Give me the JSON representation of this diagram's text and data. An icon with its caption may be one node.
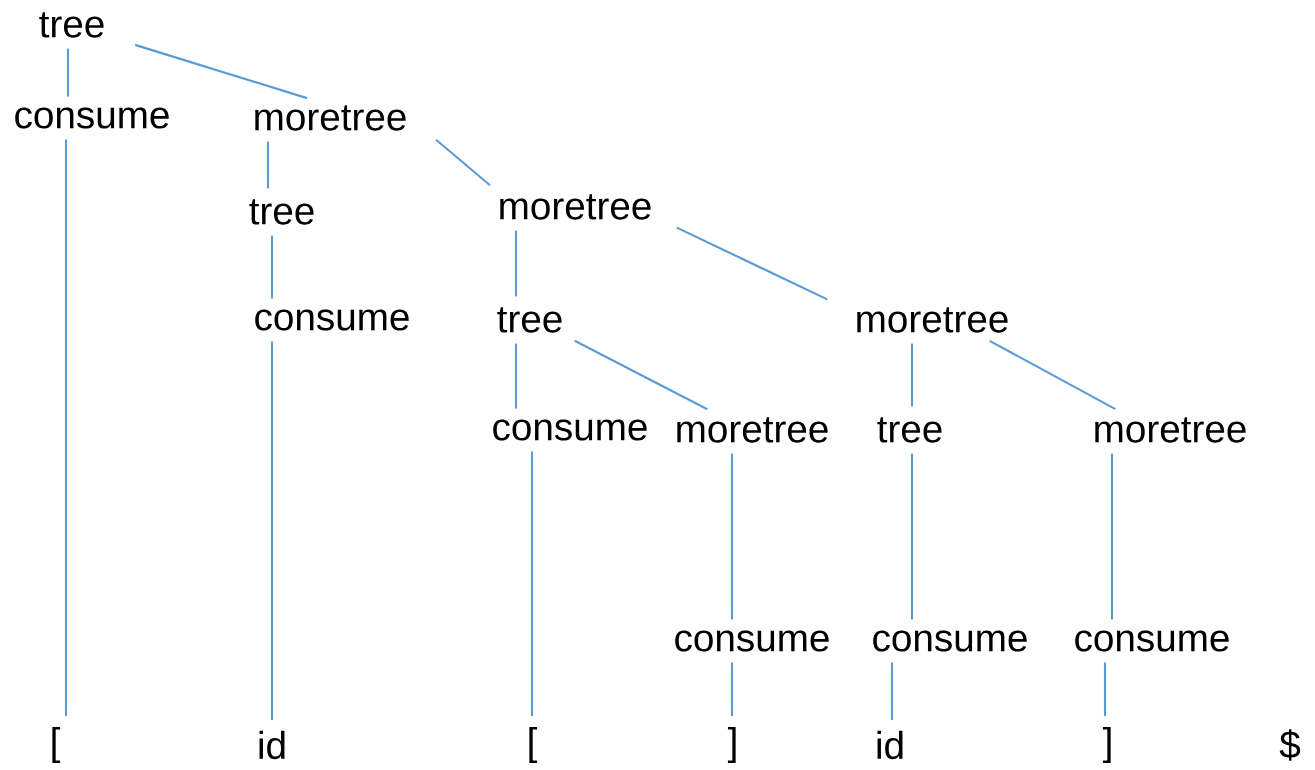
{
  "diagram": {
    "nodes": [
      {
        "text": [
          "tree"
        ]
      },
      {
        "text": [
          "consume"
        ]
      },
      {
        "text": [
          "moretree"
        ]
      },
      {
        "text": [
          "tree"
        ]
      },
      {
        "text": [
          "moretree"
        ]
      },
      {
        "text": [
          "consume"
        ]
      },
      {
        "text": [
          "tree"
        ]
      },
      {
        "text": [
          "moretree"
        ]
      },
      {
        "text": [
          "consume"
        ]
      },
      {
        "text": [
          "moretree"
        ]
      },
      {
        "text": [
          "tree"
        ]
      },
      {
        "text": [
          "moretree"
        ]
      },
      {
        "text": [
          "consume"
        ]
      },
      {
        "text": [
          "consume"
        ]
      },
      {
        "text": [
          "consume"
        ]
      },
      {
        "text": [
          "["
        ]
      },
      {
        "text": [
          "id"
        ]
      },
      {
        "text": [
          "["
        ]
      },
      {
        "text": [
          "]"
        ]
      },
      {
        "text": [
          "id"
        ]
      },
      {
        "text": [
          "]"
        ]
      }
    ],
    "edges": [
      {
        "from": 0,
        "to": 1,
        "arrow": "none"
      },
      {
        "from": 0,
        "to": 2,
        "arrow": "none"
      },
      {
        "from": 1,
        "to": 15,
        "arrow": "none"
      },
      {
        "from": 2,
        "to": 3,
        "arrow": "none"
      },
      {
        "from": 2,
        "to": 4,
        "arrow": "none"
      },
      {
        "from": 3,
        "to": 5,
        "arrow": "none"
      },
      {
        "from": 5,
        "to": 16,
        "arrow": "none"
      },
      {
        "from": 4,
        "to": 6,
        "arrow": "none"
      },
      {
        "from": 4,
        "to": 7,
        "arrow": "none"
      },
      {
        "from": 6,
        "to": 8,
        "arrow": "none"
      },
      {
        "from": 6,
        "to": 9,
        "arrow": "none"
      },
      {
        "from": 8,
        "to": 17,
        "arrow": "none"
      },
      {
        "from": 9,
        "to": 12,
        "arrow": "none"
      },
      {
        "from": 12,
        "to": 18,
        "arrow": "none"
      },
      {
        "from": 7,
        "to": 10,
        "arrow": "none"
      },
      {
        "from": 7,
        "to": 11,
        "arrow": "none"
      },
      {
        "from": 10,
        "to": 13,
        "arrow": "none"
      },
      {
        "from": 13,
        "to": 19,
        "arrow": "none"
      },
      {
        "from": 11,
        "to": 14,
        "arrow": "none"
      },
      {
        "from": 14,
        "to": 20,
        "arrow": "none"
      }
    ],
    "labels": [
      "$"
    ]
  }
}
